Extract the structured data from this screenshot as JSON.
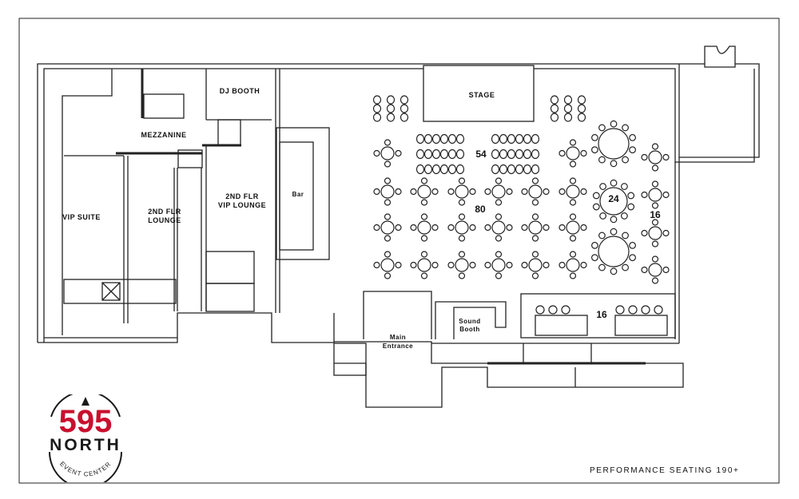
{
  "rooms": {
    "dj_booth": "DJ BOOTH",
    "mezzanine": "MEZZANINE",
    "vip_suite": "VIP SUITE",
    "second_floor_lounge": [
      "2ND FLR",
      "LOUNGE"
    ],
    "second_floor_vip_lounge": [
      "2ND FLR",
      "VIP LOUNGE"
    ],
    "bar": "Bar",
    "stage": "STAGE",
    "sound_booth": [
      "Sound",
      "Booth"
    ],
    "main_entrance": [
      "Main",
      "Entrance"
    ]
  },
  "seating_counts": {
    "theater": "54",
    "rounds": "80",
    "large_rounds": "24",
    "right_column": "16",
    "booths": "16"
  },
  "footer": "PERFORMANCE SEATING 190+",
  "logo": {
    "number": "595",
    "name": "NORTH",
    "subtitle": "EVENT CENTER",
    "colors": {
      "red": "#c8102e",
      "dark": "#1a1a1a"
    }
  }
}
